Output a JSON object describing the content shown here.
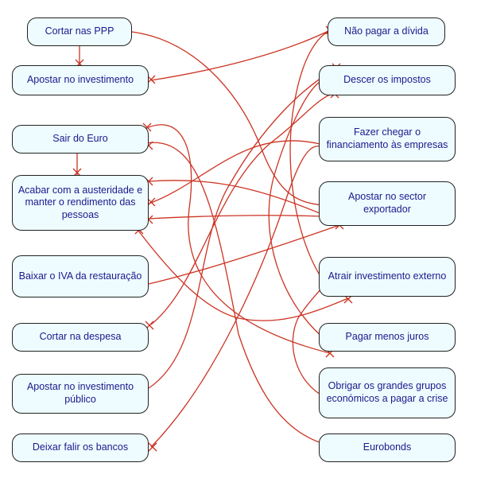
{
  "colors": {
    "node_fill": "#eefcff",
    "node_border": "#222222",
    "node_text": "#1a1a8c",
    "link": "#cc3322"
  },
  "nodes": {
    "cortar_ppp": "Cortar nas PPP",
    "apostar_investimento": "Apostar no investimento",
    "sair_euro": "Sair do Euro",
    "acabar_austeridade": "Acabar com a austeridade e manter o rendimento das pessoas",
    "baixar_iva": "Baixar o IVA da restauração",
    "cortar_despesa": "Cortar na despesa",
    "apostar_investimento_publico": "Apostar no investimento público",
    "deixar_falir_bancos": "Deixar falir os bancos",
    "nao_pagar_divida": "Não pagar a dívida",
    "descer_impostos": "Descer os impostos",
    "financiamento_empresas": "Fazer chegar o financiamento às empresas",
    "sector_exportador": "Apostar no sector exportador",
    "investimento_externo": "Atrair investimento externo",
    "menos_juros": "Pagar menos juros",
    "grandes_grupos": "Obrigar os grandes grupos económicos a pagar a crise",
    "eurobonds": "Eurobonds"
  }
}
